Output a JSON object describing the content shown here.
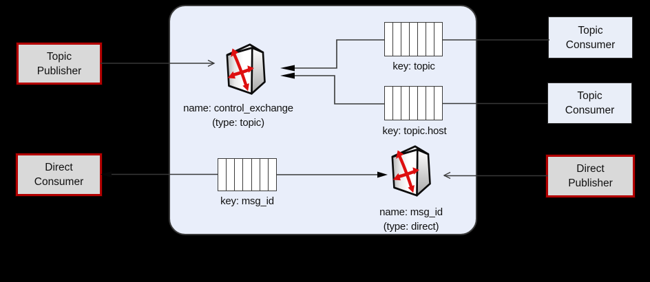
{
  "nodes": {
    "topic_publisher": {
      "label": "Topic Publisher",
      "kind": "publisher"
    },
    "direct_consumer": {
      "label": "Direct Consumer",
      "kind": "consumer"
    },
    "topic_consumer_1": {
      "label": "Topic Consumer",
      "kind": "consumer"
    },
    "topic_consumer_2": {
      "label": "Topic Consumer",
      "kind": "consumer"
    },
    "direct_publisher": {
      "label": "Direct Publisher",
      "kind": "publisher"
    },
    "topic_exchange": {
      "name_line": "name: control_exchange",
      "type_line": "(type: topic)"
    },
    "direct_exchange": {
      "name_line": "name: msg_id",
      "type_line": "(type: direct)"
    },
    "queue_topic": {
      "label": "key: topic"
    },
    "queue_topic_host": {
      "label": "key: topic.host"
    },
    "queue_msg_id": {
      "label": "key: msg_id"
    }
  },
  "icons": {
    "exchange": "crossed-red-arrows-switch-icon",
    "queue": "segmented-queue-icon"
  },
  "colors": {
    "background": "#000000",
    "panel_fill": "#e9eefa",
    "panel_border": "#3a3a3a",
    "publisher_fill": "#d9d9d9",
    "publisher_border": "#b30000",
    "consumer_fill": "#e9eef8",
    "wire": "#383838",
    "arrow_red": "#de0f0f"
  }
}
